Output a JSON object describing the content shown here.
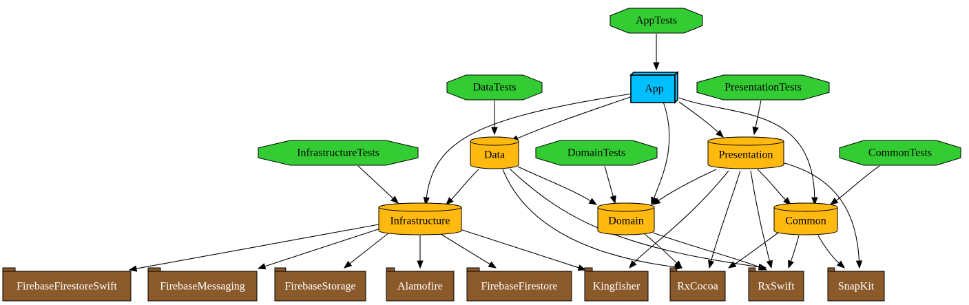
{
  "colors": {
    "test": "#33cc33",
    "app": "#00bfff",
    "module": "#ffb90f",
    "external": "#8b5a2b",
    "external_text": "#ffffff",
    "stroke": "#000000",
    "background": "#ffffff"
  },
  "nodes": [
    {
      "id": "apptests",
      "label": "AppTests",
      "kind": "test"
    },
    {
      "id": "app",
      "label": "App",
      "kind": "app"
    },
    {
      "id": "datatests",
      "label": "DataTests",
      "kind": "test"
    },
    {
      "id": "presentationtests",
      "label": "PresentationTests",
      "kind": "test"
    },
    {
      "id": "data",
      "label": "Data",
      "kind": "module"
    },
    {
      "id": "domaintests",
      "label": "DomainTests",
      "kind": "test"
    },
    {
      "id": "presentation",
      "label": "Presentation",
      "kind": "module"
    },
    {
      "id": "commontests",
      "label": "CommonTests",
      "kind": "test"
    },
    {
      "id": "infrastructuretests",
      "label": "InfrastructureTests",
      "kind": "test"
    },
    {
      "id": "infrastructure",
      "label": "Infrastructure",
      "kind": "module"
    },
    {
      "id": "domain",
      "label": "Domain",
      "kind": "module"
    },
    {
      "id": "common",
      "label": "Common",
      "kind": "module"
    },
    {
      "id": "firebasefirestoreswift",
      "label": "FirebaseFirestoreSwift",
      "kind": "external"
    },
    {
      "id": "firebasemessaging",
      "label": "FirebaseMessaging",
      "kind": "external"
    },
    {
      "id": "firebasestorage",
      "label": "FirebaseStorage",
      "kind": "external"
    },
    {
      "id": "alamofire",
      "label": "Alamofire",
      "kind": "external"
    },
    {
      "id": "firebasefirestore",
      "label": "FirebaseFirestore",
      "kind": "external"
    },
    {
      "id": "kingfisher",
      "label": "Kingfisher",
      "kind": "external"
    },
    {
      "id": "rxcocoa",
      "label": "RxCocoa",
      "kind": "external"
    },
    {
      "id": "rxswift",
      "label": "RxSwift",
      "kind": "external"
    },
    {
      "id": "snapkit",
      "label": "SnapKit",
      "kind": "external"
    }
  ],
  "edges": [
    {
      "from": "apptests",
      "to": "app"
    },
    {
      "from": "app",
      "to": "data"
    },
    {
      "from": "app",
      "to": "infrastructure"
    },
    {
      "from": "app",
      "to": "domain"
    },
    {
      "from": "app",
      "to": "presentation"
    },
    {
      "from": "app",
      "to": "common"
    },
    {
      "from": "datatests",
      "to": "data"
    },
    {
      "from": "presentationtests",
      "to": "presentation"
    },
    {
      "from": "data",
      "to": "infrastructure"
    },
    {
      "from": "data",
      "to": "domain"
    },
    {
      "from": "data",
      "to": "rxcocoa"
    },
    {
      "from": "data",
      "to": "rxswift"
    },
    {
      "from": "domaintests",
      "to": "domain"
    },
    {
      "from": "presentation",
      "to": "domain"
    },
    {
      "from": "presentation",
      "to": "common"
    },
    {
      "from": "presentation",
      "to": "kingfisher"
    },
    {
      "from": "presentation",
      "to": "rxcocoa"
    },
    {
      "from": "presentation",
      "to": "rxswift"
    },
    {
      "from": "presentation",
      "to": "snapkit"
    },
    {
      "from": "commontests",
      "to": "common"
    },
    {
      "from": "infrastructuretests",
      "to": "infrastructure"
    },
    {
      "from": "infrastructure",
      "to": "firebasefirestoreswift"
    },
    {
      "from": "infrastructure",
      "to": "firebasemessaging"
    },
    {
      "from": "infrastructure",
      "to": "firebasestorage"
    },
    {
      "from": "infrastructure",
      "to": "alamofire"
    },
    {
      "from": "infrastructure",
      "to": "firebasefirestore"
    },
    {
      "from": "infrastructure",
      "to": "kingfisher"
    },
    {
      "from": "domain",
      "to": "rxcocoa"
    },
    {
      "from": "domain",
      "to": "rxswift"
    },
    {
      "from": "common",
      "to": "rxcocoa"
    },
    {
      "from": "common",
      "to": "rxswift"
    },
    {
      "from": "common",
      "to": "snapkit"
    }
  ]
}
